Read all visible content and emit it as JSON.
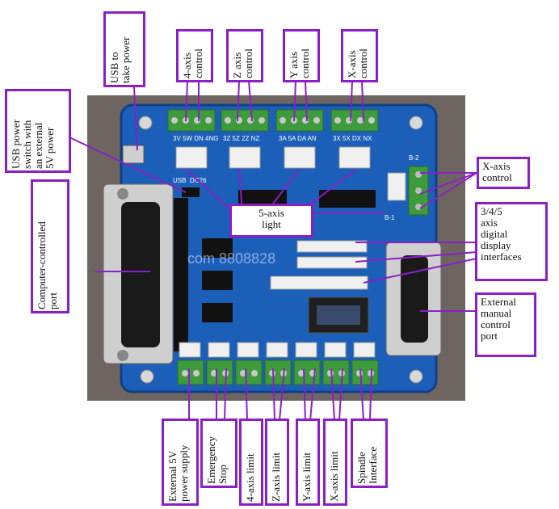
{
  "colors": {
    "frame": "#8b1fc7",
    "board": "#1b5fb8",
    "board_dark": "#0f3f86",
    "header_black": "#111111",
    "terminal_green": "#3e9b3b",
    "db25_body": "#1a1a1a",
    "photo_bg": "#6f6560"
  },
  "board": {
    "silk_top": [
      "3V 5W DN 4NG",
      "3Z 5Z 2Z NZ",
      "3A 5A DA AN",
      "3X 5X DX NX"
    ],
    "silk_usb": "USB",
    "silk_dc": "DC26",
    "silk_b1": "B-1",
    "silk_b2": "B-2",
    "watermark": "com 8808828"
  },
  "callouts": {
    "usb_power": [
      "USB to",
      "take power"
    ],
    "axis4_control": [
      "4-axis",
      "control"
    ],
    "z_axis_control": [
      "Z axis",
      "control"
    ],
    "y_axis_control": [
      "Y axis",
      "control"
    ],
    "x_axis_control_top": [
      "X-axis",
      "control"
    ],
    "usb_switch": [
      "USB power",
      "switch with",
      "an external",
      "5V power"
    ],
    "computer_port": [
      "Computer-controlled",
      "port"
    ],
    "five_axis_light": [
      "5-axis",
      "light"
    ],
    "x_axis_control_right": [
      "X-axis",
      "control"
    ],
    "display_interfaces": [
      "3/4/5",
      "axis",
      "digital",
      "display",
      "interfaces"
    ],
    "manual_port": [
      "External",
      "manual",
      "control",
      "port"
    ],
    "ext_5v": [
      "External 5V",
      "power supply"
    ],
    "estop": [
      "Emergency",
      "Stop"
    ],
    "limit_4": [
      "4-axis limit"
    ],
    "limit_z": [
      "Z-axis limit"
    ],
    "limit_y": [
      "Y-axis limit"
    ],
    "limit_x": [
      "X-axis limit"
    ],
    "spindle": [
      "Spindle",
      "Interface"
    ]
  }
}
